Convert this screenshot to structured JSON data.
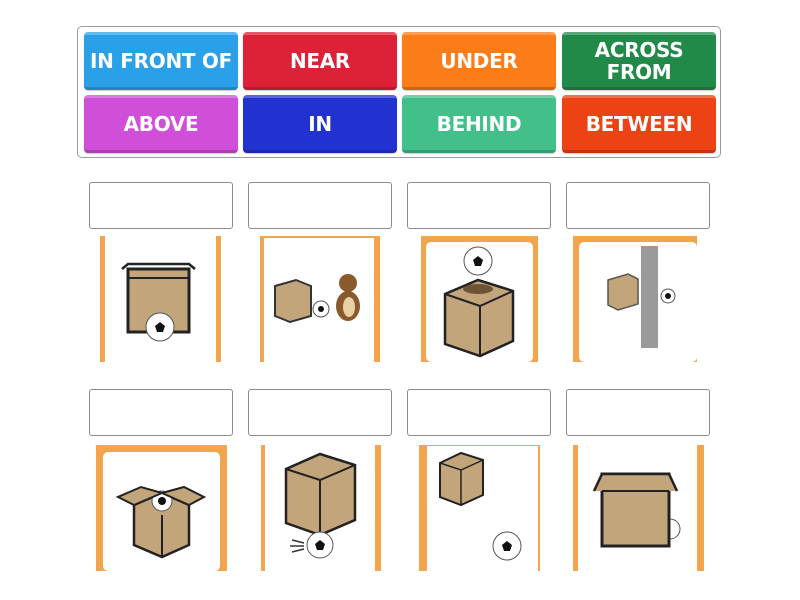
{
  "word_bank": {
    "buttons": [
      {
        "label": "IN FRONT OF",
        "color": "#2aa0e8"
      },
      {
        "label": "NEAR",
        "color": "#dd2238"
      },
      {
        "label": "UNDER",
        "color": "#fa7d1a"
      },
      {
        "label": "ACROSS FROM",
        "color": "#228a48"
      },
      {
        "label": "ABOVE",
        "color": "#cf4fd8"
      },
      {
        "label": "IN",
        "color": "#2232d0"
      },
      {
        "label": "BEHIND",
        "color": "#43bf8a"
      },
      {
        "label": "BETWEEN",
        "color": "#ec4214"
      }
    ]
  },
  "slots": [
    {
      "answer": "",
      "image": "box-ball-in-front"
    },
    {
      "answer": "",
      "image": "box-ball-bear-between"
    },
    {
      "answer": "",
      "image": "ball-above-box"
    },
    {
      "answer": "",
      "image": "box-ball-across-wall"
    },
    {
      "answer": "",
      "image": "ball-in-box"
    },
    {
      "answer": "",
      "image": "ball-under-box"
    },
    {
      "answer": "",
      "image": "ball-near-box"
    },
    {
      "answer": "",
      "image": "ball-behind-box"
    }
  ],
  "colors": {
    "card_border": "#f3a54e",
    "box": "#c3a57c",
    "outline": "#222222"
  }
}
